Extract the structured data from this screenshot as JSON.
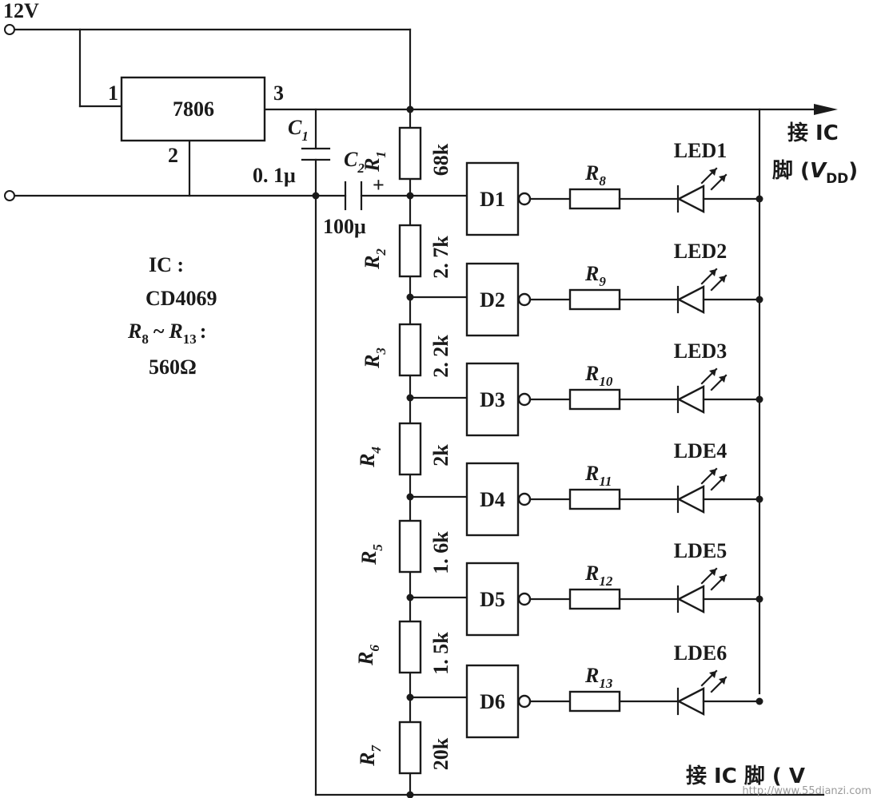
{
  "supply": {
    "label": "12V"
  },
  "regulator": {
    "name": "7806",
    "pin1": "1",
    "pin2": "2",
    "pin3": "3"
  },
  "c1": {
    "letter": "C",
    "sub": "1",
    "value": "0. 1μ"
  },
  "c2": {
    "letter": "C",
    "sub": "2",
    "value": "100μ",
    "polarity": "+"
  },
  "ladder": [
    {
      "letter": "R",
      "sub": "1",
      "value": "68k"
    },
    {
      "letter": "R",
      "sub": "2",
      "value": "2. 7k"
    },
    {
      "letter": "R",
      "sub": "3",
      "value": "2. 2k"
    },
    {
      "letter": "R",
      "sub": "4",
      "value": "2k"
    },
    {
      "letter": "R",
      "sub": "5",
      "value": "1. 6k"
    },
    {
      "letter": "R",
      "sub": "6",
      "value": "1. 5k"
    },
    {
      "letter": "R",
      "sub": "7",
      "value": "20k"
    }
  ],
  "channels": [
    {
      "gate": "D1",
      "res_letter": "R",
      "res_sub": "8",
      "led": "LED1"
    },
    {
      "gate": "D2",
      "res_letter": "R",
      "res_sub": "9",
      "led": "LED2"
    },
    {
      "gate": "D3",
      "res_letter": "R",
      "res_sub": "10",
      "led": "LED3"
    },
    {
      "gate": "D4",
      "res_letter": "R",
      "res_sub": "11",
      "led": "LDE4"
    },
    {
      "gate": "D5",
      "res_letter": "R",
      "res_sub": "12",
      "led": "LDE5"
    },
    {
      "gate": "D6",
      "res_letter": "R",
      "res_sub": "13",
      "led": "LDE6"
    }
  ],
  "vdd_label": {
    "line1": "接 IC",
    "line2_prefix": "脚 (",
    "v": "V",
    "v_sub": "DD",
    "line2_suffix": ")"
  },
  "vss_label": {
    "text": "接 IC 脚 ( V"
  },
  "notes": {
    "ic_label": "IC :",
    "ic_part": "CD4069",
    "res_from": "R",
    "res_from_sub": "8",
    "range_sep": "~",
    "res_to": "R",
    "res_to_sub": "13",
    "res_colon": ":",
    "res_value": "560Ω"
  },
  "watermark": "http://www.55dianzi.com"
}
